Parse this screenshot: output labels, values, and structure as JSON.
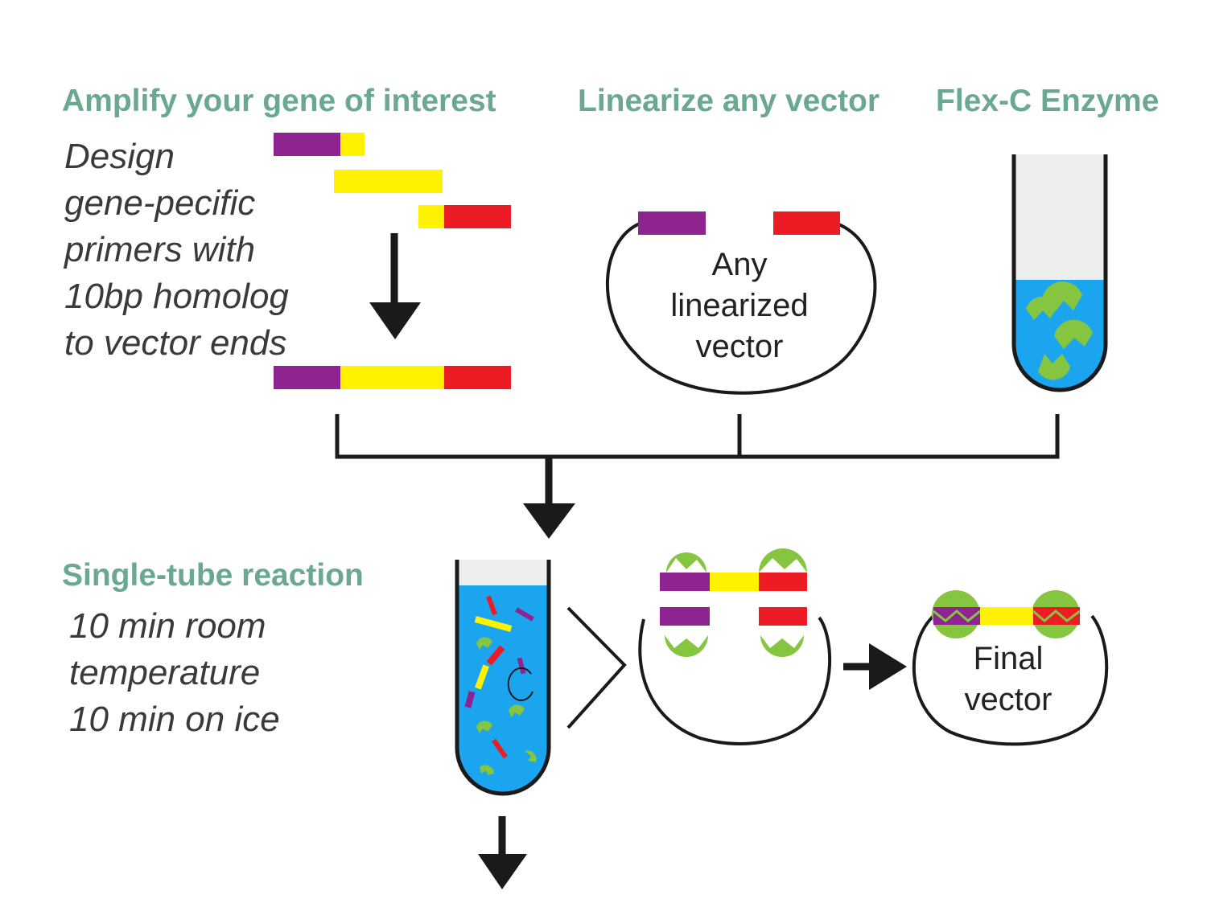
{
  "headings": {
    "amplify": "Amplify your gene of interest",
    "linearize": "Linearize any vector",
    "enzyme": "Flex-C Enzyme",
    "reaction": "Single-tube reaction"
  },
  "design_note": [
    "Design",
    "gene-pecific",
    "primers with",
    "10bp homolog",
    "to vector ends"
  ],
  "reaction_note": [
    "10 min room",
    "temperature",
    "10 min on ice"
  ],
  "vector_label": [
    "Any",
    "linearized",
    "vector"
  ],
  "final_label": [
    "Final",
    "vector"
  ],
  "colors": {
    "heading": "#6aa88f",
    "purple": "#8e2490",
    "yellow": "#fff200",
    "red": "#ed1c24",
    "liquid": "#1aa5ee",
    "enzyme": "#86c540",
    "outline": "#1a1a1a"
  }
}
